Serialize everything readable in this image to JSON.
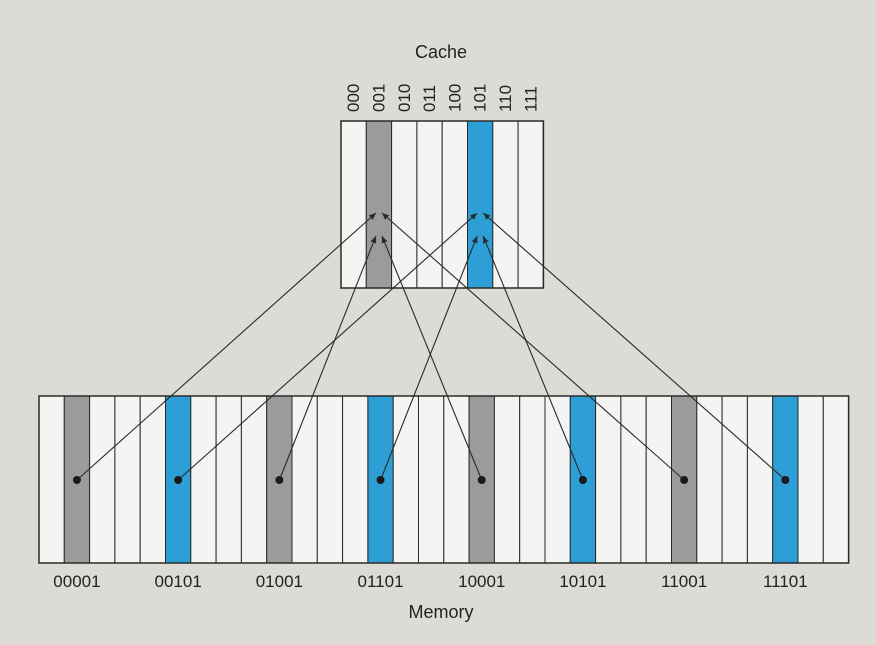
{
  "cache": {
    "title": "Cache",
    "line_labels": [
      "000",
      "001",
      "010",
      "011",
      "100",
      "101",
      "110",
      "111"
    ],
    "highlight": {
      "001": "gray",
      "101": "blue"
    }
  },
  "memory": {
    "title": "Memory",
    "block_labels": [
      "00001",
      "00101",
      "01001",
      "01101",
      "10001",
      "10101",
      "11001",
      "11101"
    ],
    "highlight_pattern": [
      "gray",
      "blue",
      "gray",
      "blue",
      "gray",
      "blue",
      "gray",
      "blue"
    ]
  },
  "colors": {
    "background": "#dcdbd6",
    "cell_fill": "#f4f4f2",
    "gray": "#9b9b9b",
    "blue": "#2e9fd6",
    "stroke": "#2a2a2a"
  }
}
